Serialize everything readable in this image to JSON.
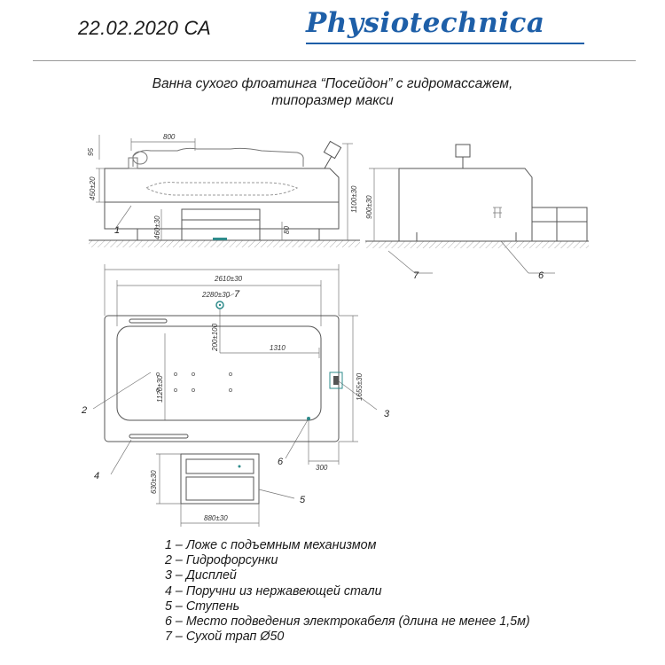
{
  "header": {
    "date": "22.02.2020 СА",
    "logo": "Physiotechnica"
  },
  "title": {
    "line1": "Ванна сухого флоатинга “Посейдон” с гидромассажем,",
    "line2": "типоразмер макси"
  },
  "dimensions": {
    "side_headrest": "95",
    "side_800": "800",
    "side_rim": "450±20",
    "side_total_height": "1100±30",
    "side_base_height": "460±30",
    "side_leg": "80",
    "end_height": "900±30",
    "plan_length": "2610±30",
    "plan_inner_length": "2280±30",
    "plan_offset": "200±100",
    "plan_1310": "1310",
    "plan_jets_width": "1120±30",
    "plan_width": "1655±30",
    "plan_300": "300",
    "step_depth": "630±30",
    "step_width": "880±30"
  },
  "callouts": [
    "1",
    "2",
    "3",
    "4",
    "5",
    "6",
    "7"
  ],
  "legend": [
    "1 – Ложе с подъемным механизмом",
    "2 – Гидрофорсунки",
    "3 – Дисплей",
    "4 – Поручни из нержавеющей стали",
    "5 – Ступень",
    "6 – Место подведения электрокабеля (длина не менее 1,5м)",
    "7 – Сухой трап Ø50"
  ],
  "colors": {
    "logo": "#1e5fa8",
    "line": "#555555",
    "accent": "#2e8b8b"
  }
}
